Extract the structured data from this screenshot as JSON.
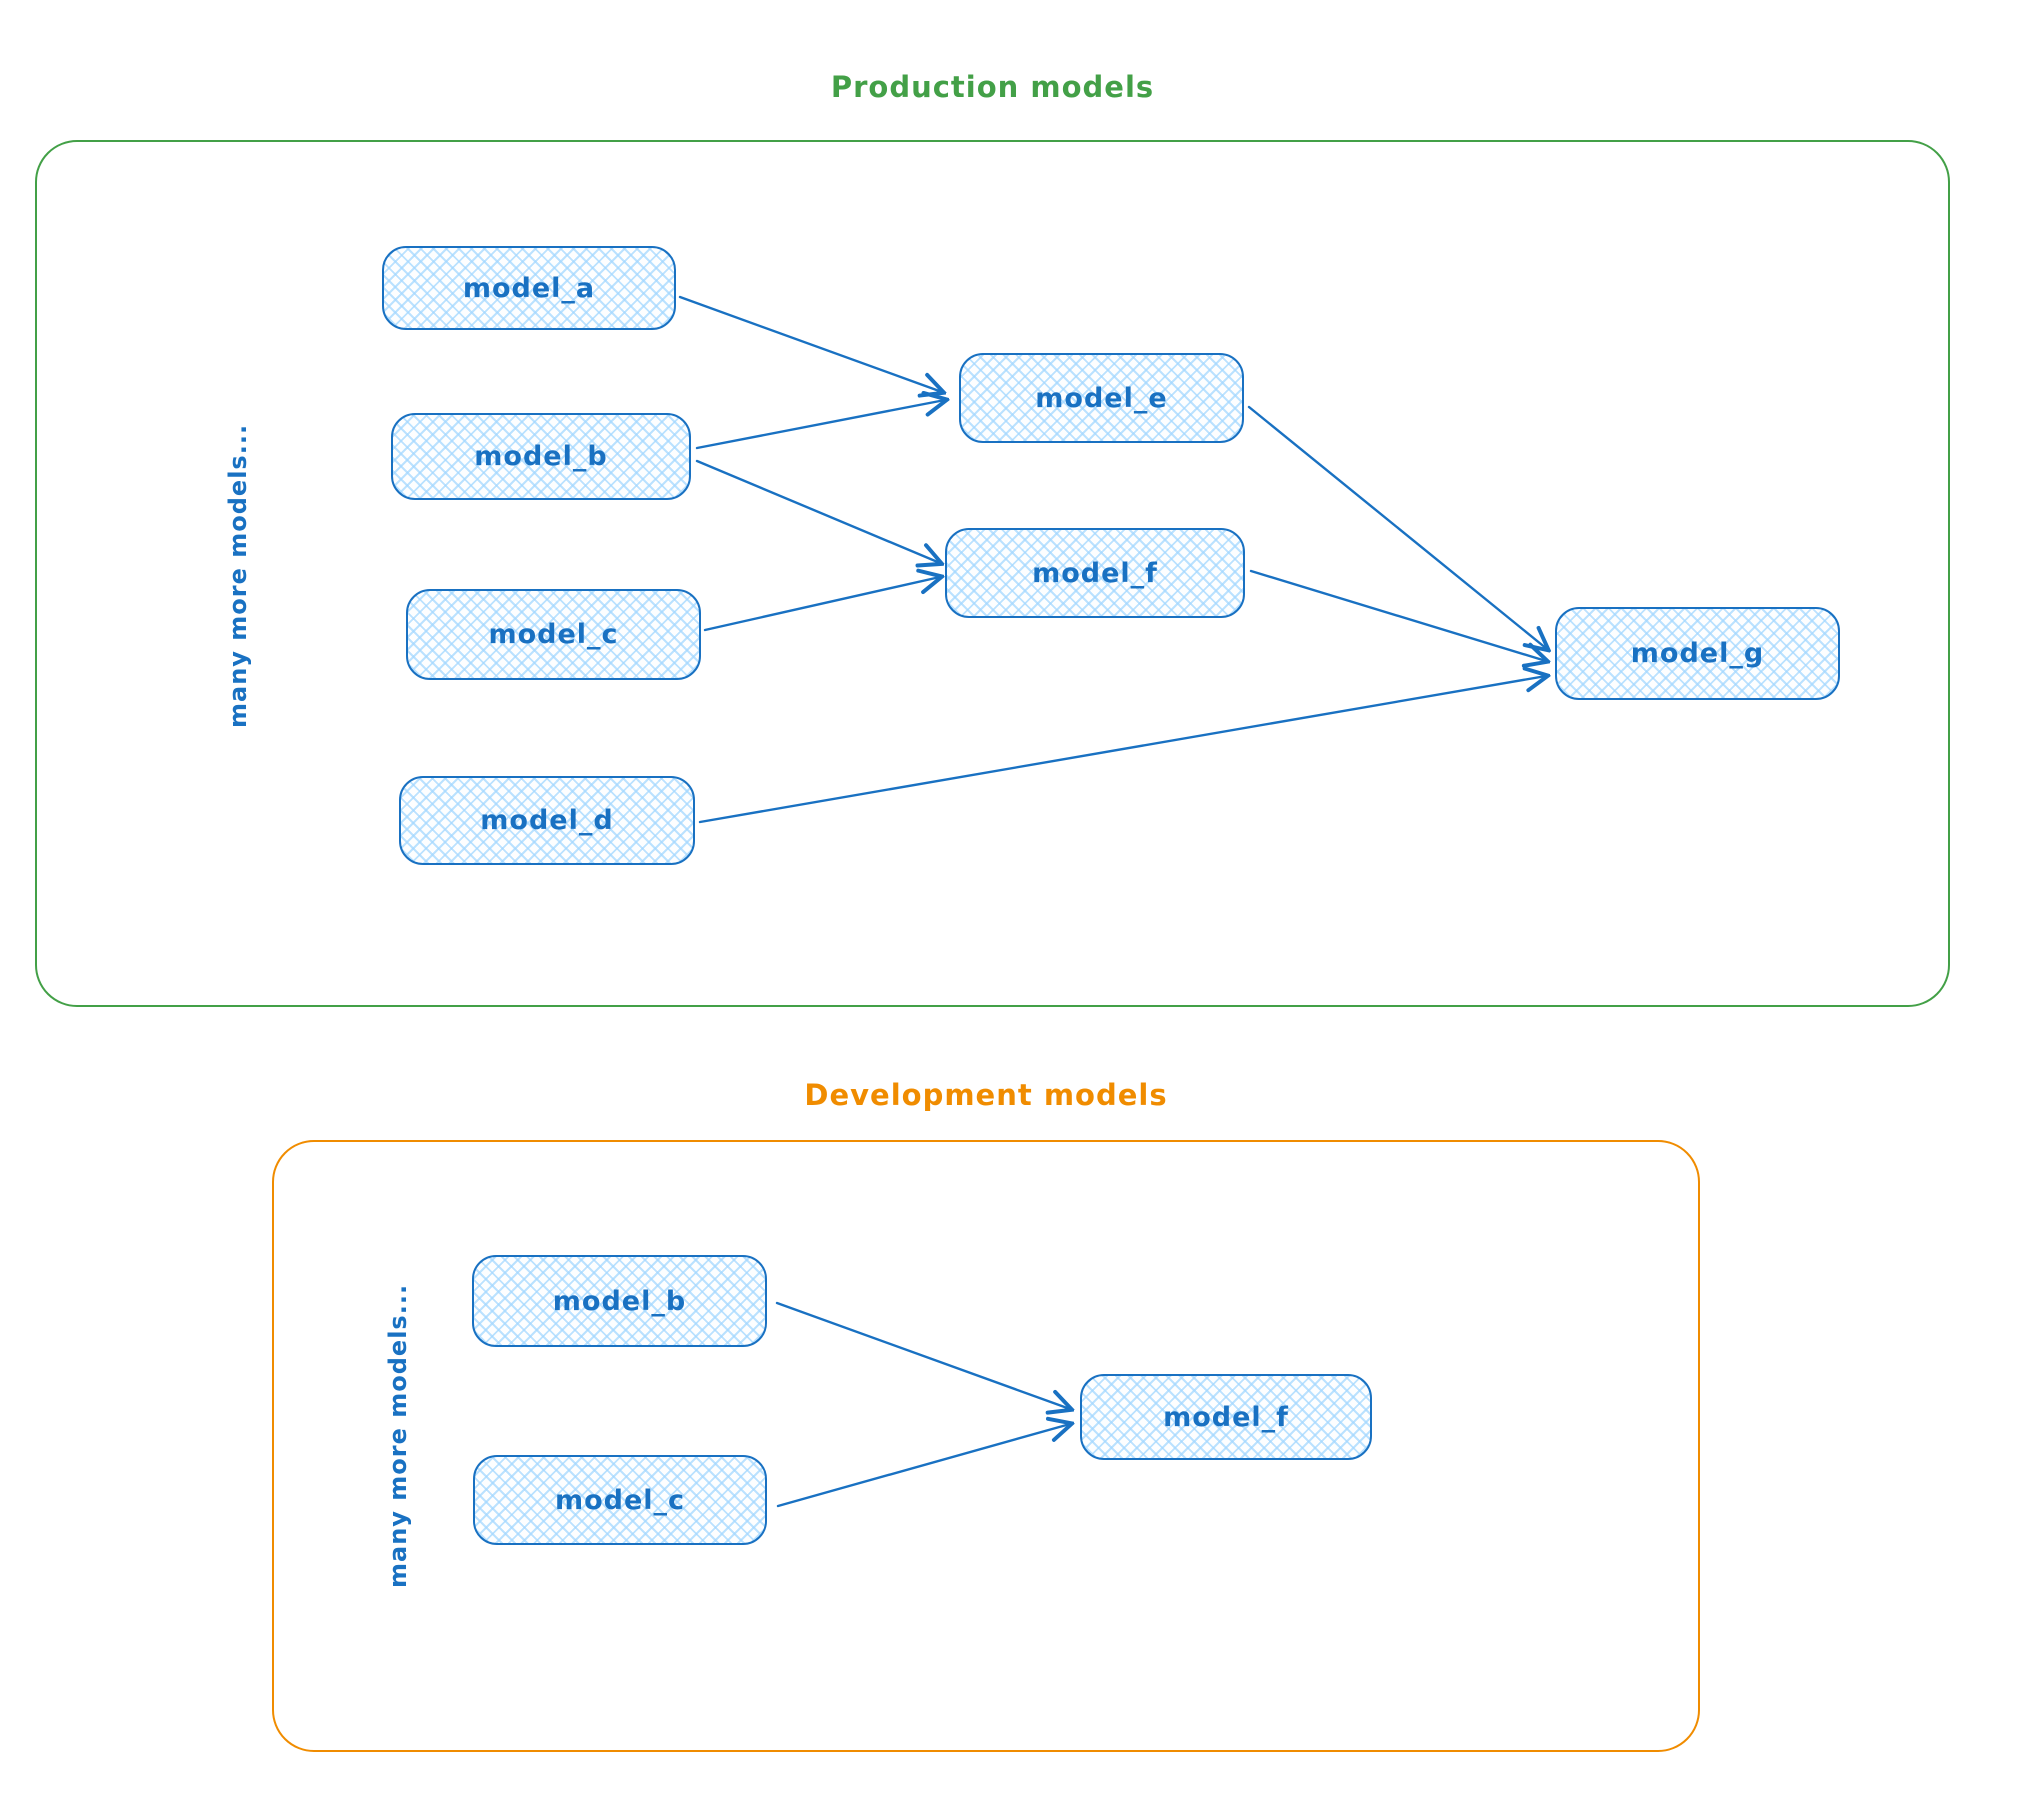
{
  "diagram": {
    "production": {
      "title": "Production models",
      "side_label": "many more models...",
      "nodes": [
        {
          "id": "model_a",
          "label": "model_a"
        },
        {
          "id": "model_b",
          "label": "model_b"
        },
        {
          "id": "model_c",
          "label": "model_c"
        },
        {
          "id": "model_d",
          "label": "model_d"
        },
        {
          "id": "model_e",
          "label": "model_e"
        },
        {
          "id": "model_f",
          "label": "model_f"
        },
        {
          "id": "model_g",
          "label": "model_g"
        }
      ],
      "edges": [
        {
          "from": "model_a",
          "to": "model_e"
        },
        {
          "from": "model_b",
          "to": "model_e"
        },
        {
          "from": "model_b",
          "to": "model_f"
        },
        {
          "from": "model_c",
          "to": "model_f"
        },
        {
          "from": "model_e",
          "to": "model_g"
        },
        {
          "from": "model_f",
          "to": "model_g"
        },
        {
          "from": "model_d",
          "to": "model_g"
        }
      ]
    },
    "development": {
      "title": "Development models",
      "side_label": "many more models...",
      "nodes": [
        {
          "id": "model_b",
          "label": "model_b"
        },
        {
          "id": "model_c",
          "label": "model_c"
        },
        {
          "id": "model_f",
          "label": "model_f"
        }
      ],
      "edges": [
        {
          "from": "model_b",
          "to": "model_f"
        },
        {
          "from": "model_c",
          "to": "model_f"
        }
      ]
    },
    "colors": {
      "production_accent": "#43a047",
      "development_accent": "#f08c00",
      "node_stroke": "#1971c2",
      "node_fill_hatch": "#a5d8ff",
      "node_text": "#1971c2"
    }
  }
}
